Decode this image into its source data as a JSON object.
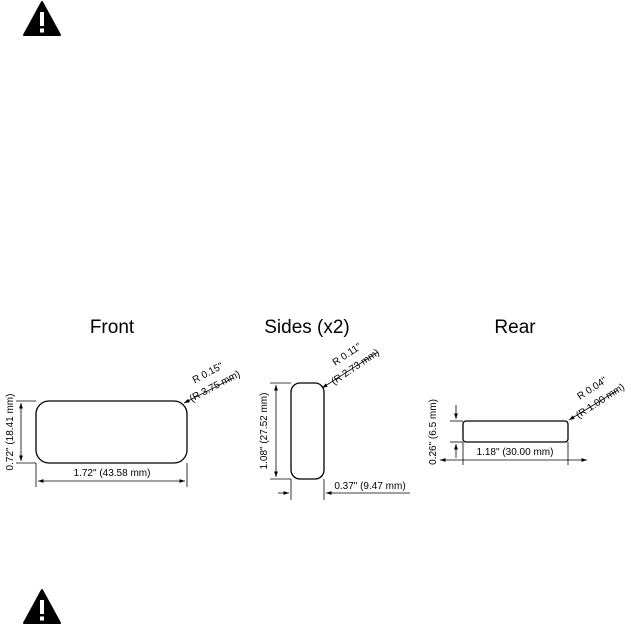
{
  "warning_icon": "warning-triangle-icon",
  "views": {
    "front": {
      "heading": "Front",
      "radius": [
        "R 0.15\"",
        "(R 3.75 mm)"
      ],
      "height": "0.72\" (18.41 mm)",
      "width": "1.72\" (43.58 mm)"
    },
    "sides": {
      "heading": "Sides (x2)",
      "radius": [
        "R 0.11\"",
        "(R 2.73 mm)"
      ],
      "height": "1.08\" (27.52 mm)",
      "width": "0.37\" (9.47 mm)"
    },
    "rear": {
      "heading": "Rear",
      "radius": [
        "R 0.04\"",
        "(R 1.00 mm)"
      ],
      "height": "0.26\" (6.5 mm)",
      "width": "1.18\" (30.00 mm)"
    }
  }
}
